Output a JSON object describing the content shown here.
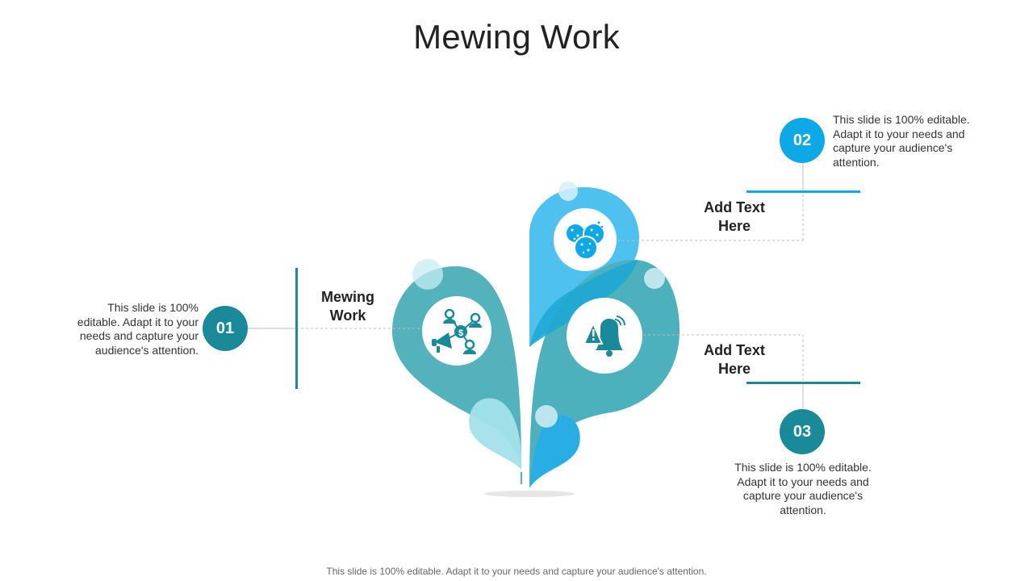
{
  "title": "Mewing Work",
  "footer": "This slide is 100% editable. Adapt it to your needs and capture your audience's attention.",
  "colors": {
    "teal": "#1a8a9a",
    "blue": "#0fa8e6",
    "leaf_left": "#54b2bd",
    "leaf_center": "#4fc1ee",
    "leaf_right": "#4db0bd"
  },
  "items": [
    {
      "number": "01",
      "heading": "Mewing Work",
      "text": "This slide is 100% editable. Adapt it to your needs and capture your audience's attention.",
      "icon": "megaphone-network-icon"
    },
    {
      "number": "02",
      "heading": "Add Text Here",
      "text": "This slide is 100% editable. Adapt it to your needs and capture your audience's attention.",
      "icon": "cookies-icon"
    },
    {
      "number": "03",
      "heading": "Add Text Here",
      "text": "This slide is 100% editable. Adapt it to your needs and capture your audience's attention.",
      "icon": "alert-bell-icon"
    }
  ]
}
